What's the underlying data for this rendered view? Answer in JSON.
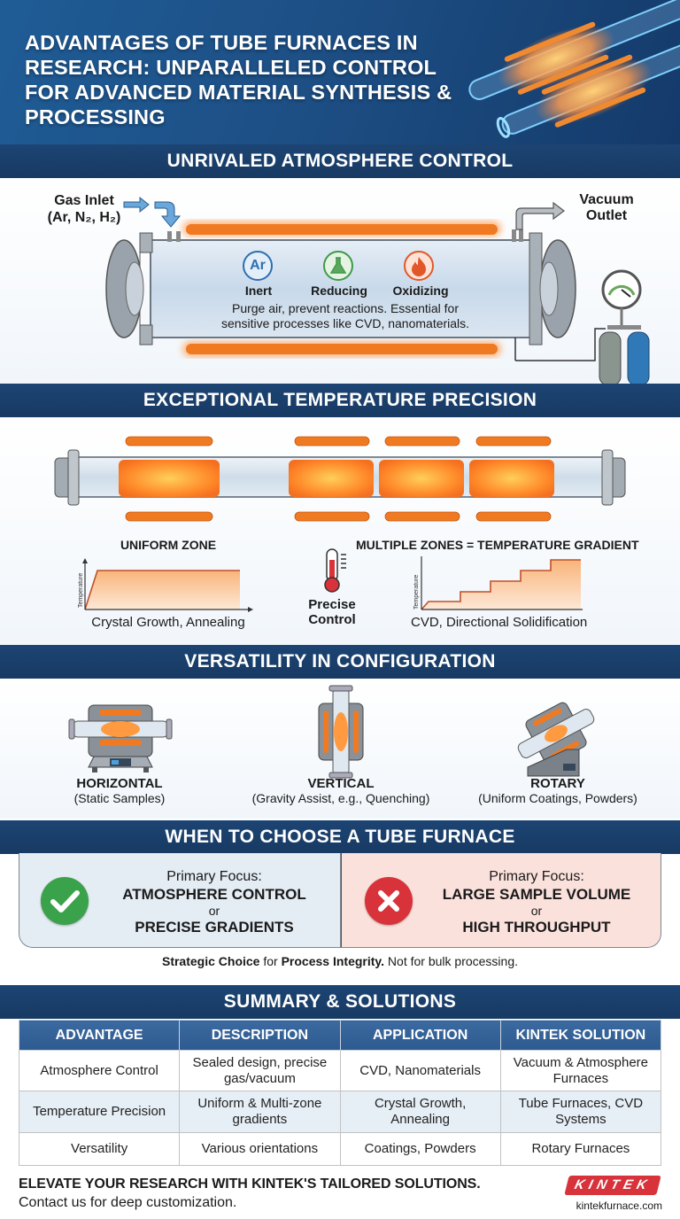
{
  "header": {
    "title": "ADVANTAGES OF TUBE FURNACES IN RESEARCH: UNPARALLELED CONTROL FOR ADVANCED MATERIAL SYNTHESIS & PROCESSING"
  },
  "atmosphere": {
    "heading": "UNRIVALED ATMOSPHERE CONTROL",
    "gas_inlet_label": "Gas Inlet",
    "gas_inlet_gases": "(Ar, N₂, H₂)",
    "vacuum_outlet_label_1": "Vacuum",
    "vacuum_outlet_label_2": "Outlet",
    "modes": [
      {
        "icon": "argon-icon",
        "icon_text": "Ar",
        "label": "Inert",
        "color": "#2e6fb0"
      },
      {
        "icon": "flask-icon",
        "label": "Reducing",
        "color": "#3e9a48"
      },
      {
        "icon": "flame-icon",
        "label": "Oxidizing",
        "color": "#e0582a"
      }
    ],
    "description_line1": "Purge air, prevent reactions. Essential for",
    "description_line2": "sensitive processes like CVD, nanomaterials."
  },
  "temperature": {
    "heading": "EXCEPTIONAL TEMPERATURE PRECISION",
    "uniform_title": "UNIFORM ZONE",
    "uniform_caption": "Crystal Growth, Annealing",
    "axis_label": "Temperature",
    "precise_label_1": "Precise",
    "precise_label_2": "Control",
    "multi_title": "MULTIPLE ZONES = TEMPERATURE GRADIENT",
    "multi_caption": "CVD, Directional Solidification"
  },
  "versatility": {
    "heading": "VERSATILITY IN CONFIGURATION",
    "configs": [
      {
        "name": "HORIZONTAL",
        "desc": "(Static Samples)"
      },
      {
        "name": "VERTICAL",
        "desc": "(Gravity Assist, e.g., Quenching)"
      },
      {
        "name": "ROTARY",
        "desc": "(Uniform Coatings, Powders)"
      }
    ]
  },
  "choose": {
    "heading": "WHEN TO CHOOSE A TUBE FURNACE",
    "yes": {
      "focus": "Primary Focus:",
      "line1": "ATMOSPHERE CONTROL",
      "or": "or",
      "line2": "PRECISE GRADIENTS",
      "color": "#3aa24a"
    },
    "no": {
      "focus": "Primary Focus:",
      "line1": "LARGE SAMPLE VOLUME",
      "or": "or",
      "line2": "HIGH THROUGHPUT",
      "color": "#d8323a"
    },
    "note_bold1": "Strategic Choice",
    "note_mid": " for ",
    "note_bold2": "Process Integrity.",
    "note_end": " Not for bulk processing."
  },
  "summary": {
    "heading": "SUMMARY & SOLUTIONS",
    "columns": [
      "ADVANTAGE",
      "DESCRIPTION",
      "APPLICATION",
      "KINTEK SOLUTION"
    ],
    "rows": [
      [
        "Atmosphere Control",
        "Sealed design, precise gas/vacuum",
        "CVD, Nanomaterials",
        "Vacuum & Atmosphere Furnaces"
      ],
      [
        "Temperature Precision",
        "Uniform & Multi-zone gradients",
        "Crystal Growth, Annealing",
        "Tube Furnaces, CVD Systems"
      ],
      [
        "Versatility",
        "Various orientations",
        "Coatings, Powders",
        "Rotary Furnaces"
      ]
    ]
  },
  "footer": {
    "cta": "ELEVATE YOUR RESEARCH WITH KINTEK'S TAILORED SOLUTIONS.",
    "sub": "Contact us for deep customization.",
    "brand": "KINTEK",
    "website": "kintekfurnace.com",
    "brand_color": "#d8323a"
  }
}
